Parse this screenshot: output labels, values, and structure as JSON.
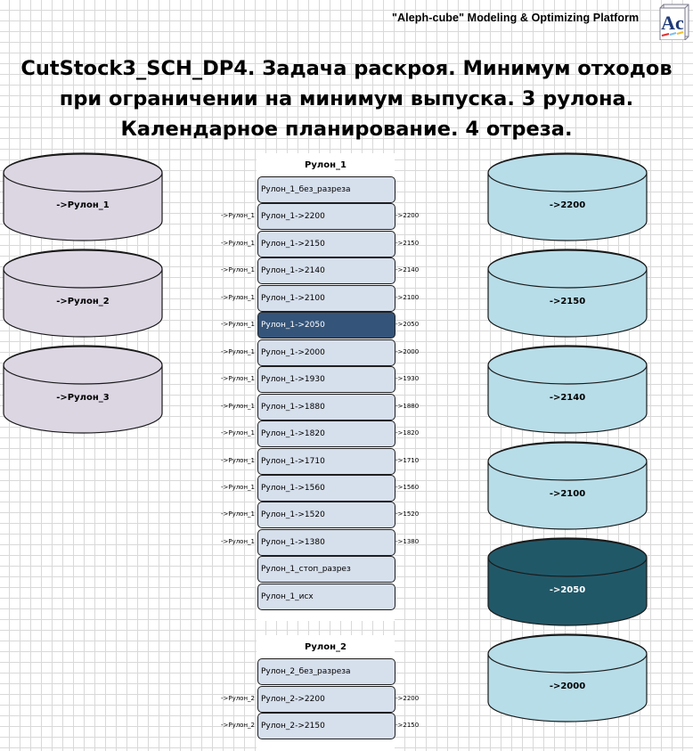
{
  "header": {
    "platform_title": "\"Aleph-cube\" Modeling & Optimizing Platform",
    "logo_text": "Ac"
  },
  "title": {
    "lines": [
      "CutStock3_SCH_DP4. Задача раскроя. Минимум отходов",
      "при ограничении на минимум выпуска. 3 рулона.",
      "Календарное планирование. 4 отреза."
    ]
  },
  "colors": {
    "source_fill": "#dcd6e3",
    "target_fill": "#b7dde8",
    "target_selected_fill": "#215868",
    "node_fill": "#d6dfec",
    "node_selected_fill": "#34547a"
  },
  "sources": [
    {
      "label": "->Рулон_1"
    },
    {
      "label": "->Рулон_2"
    },
    {
      "label": "->Рулон_3"
    }
  ],
  "targets": [
    {
      "label": "->2200",
      "selected": false
    },
    {
      "label": "->2150",
      "selected": false
    },
    {
      "label": "->2140",
      "selected": false
    },
    {
      "label": "->2100",
      "selected": false
    },
    {
      "label": "->2050",
      "selected": true
    },
    {
      "label": "->2000",
      "selected": false
    }
  ],
  "groups": [
    {
      "title": "Рулон_1",
      "nodes": [
        {
          "label": "Рулон_1_без_разреза",
          "in": "",
          "out": "",
          "selected": false
        },
        {
          "label": "Рулон_1->2200",
          "in": "->Рулон_1",
          "out": "->2200",
          "selected": false
        },
        {
          "label": "Рулон_1->2150",
          "in": "->Рулон_1",
          "out": "->2150",
          "selected": false
        },
        {
          "label": "Рулон_1->2140",
          "in": "->Рулон_1",
          "out": "->2140",
          "selected": false
        },
        {
          "label": "Рулон_1->2100",
          "in": "->Рулон_1",
          "out": "->2100",
          "selected": false
        },
        {
          "label": "Рулон_1->2050",
          "in": "->Рулон_1",
          "out": "->2050",
          "selected": true
        },
        {
          "label": "Рулон_1->2000",
          "in": "->Рулон_1",
          "out": "->2000",
          "selected": false
        },
        {
          "label": "Рулон_1->1930",
          "in": "->Рулон_1",
          "out": "->1930",
          "selected": false
        },
        {
          "label": "Рулон_1->1880",
          "in": "->Рулон_1",
          "out": "->1880",
          "selected": false
        },
        {
          "label": "Рулон_1->1820",
          "in": "->Рулон_1",
          "out": "->1820",
          "selected": false
        },
        {
          "label": "Рулон_1->1710",
          "in": "->Рулон_1",
          "out": "->1710",
          "selected": false
        },
        {
          "label": "Рулон_1->1560",
          "in": "->Рулон_1",
          "out": "->1560",
          "selected": false
        },
        {
          "label": "Рулон_1->1520",
          "in": "->Рулон_1",
          "out": "->1520",
          "selected": false
        },
        {
          "label": "Рулон_1->1380",
          "in": "->Рулон_1",
          "out": "->1380",
          "selected": false
        },
        {
          "label": "Рулон_1_стоп_разрез",
          "in": "",
          "out": "",
          "selected": false
        },
        {
          "label": "Рулон_1_исх",
          "in": "",
          "out": "",
          "selected": false
        }
      ]
    },
    {
      "title": "Рулон_2",
      "nodes": [
        {
          "label": "Рулон_2_без_разреза",
          "in": "",
          "out": "",
          "selected": false
        },
        {
          "label": "Рулон_2->2200",
          "in": "->Рулон_2",
          "out": "->2200",
          "selected": false
        },
        {
          "label": "Рулон_2->2150",
          "in": "->Рулон_2",
          "out": "->2150",
          "selected": false
        }
      ]
    }
  ]
}
